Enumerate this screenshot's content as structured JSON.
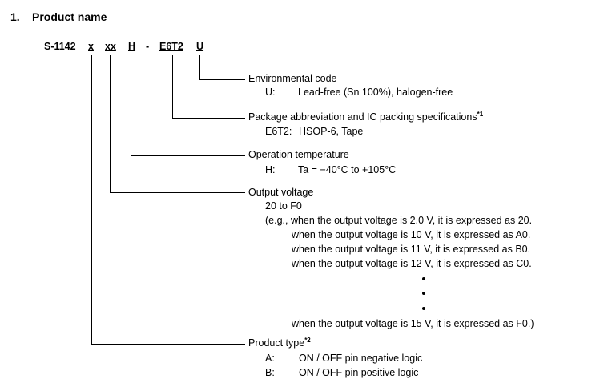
{
  "section": {
    "number": "1.",
    "title": "Product name"
  },
  "product_code": {
    "prefix": "S-1142",
    "seg_product_type": "x",
    "seg_output_voltage": "xx",
    "seg_operation_temp": "H",
    "dash": "-",
    "seg_package": "E6T2",
    "seg_env": "U"
  },
  "env_code": {
    "title": "Environmental code",
    "key": "U:",
    "value": "Lead-free (Sn 100%), halogen-free"
  },
  "package": {
    "title": "Package abbreviation and IC packing specifications",
    "note": "*1",
    "key": "E6T2:",
    "value": "HSOP-6, Tape"
  },
  "operation_temp": {
    "title": "Operation temperature",
    "key": "H:",
    "value": "Ta = −40°C to +105°C"
  },
  "output_voltage": {
    "title": "Output voltage",
    "range": "20 to F0",
    "examples": [
      "(e.g., when the output voltage is 2.0 V, it is expressed as 20.",
      "when the output voltage is 10 V, it is expressed as A0.",
      "when the output voltage is 11 V, it is expressed as B0.",
      "when the output voltage is 12 V, it is expressed as C0."
    ],
    "last_example": "when the output voltage is 15 V, it is expressed as F0.)"
  },
  "product_type": {
    "title": "Product type",
    "note": "*2",
    "options": [
      {
        "key": "A:",
        "value": "ON / OFF pin negative logic"
      },
      {
        "key": "B:",
        "value": "ON / OFF pin positive logic"
      }
    ]
  }
}
